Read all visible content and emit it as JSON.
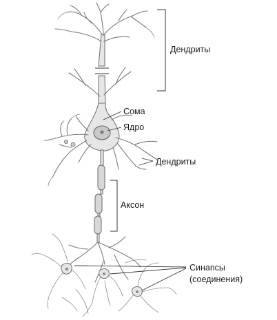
{
  "labels": {
    "dendrites_top": "Дендриты",
    "soma": "Сома",
    "nucleus": "Ядро",
    "dendrites_side": "Дендриты",
    "axon": "Аксон",
    "synapses_line1": "Синапсы",
    "synapses_line2": "(соединения)"
  }
}
